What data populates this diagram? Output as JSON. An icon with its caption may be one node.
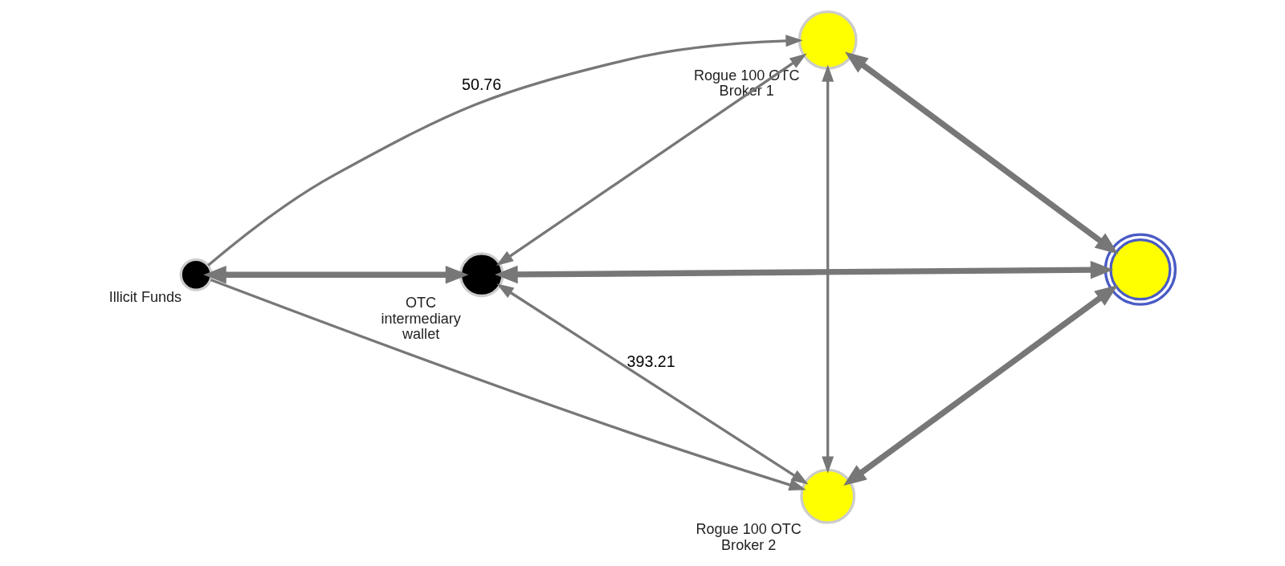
{
  "diagram": {
    "nodes": [
      {
        "text": [
          "Illicit Funds"
        ]
      },
      {
        "text": [
          "OTC intermediary wallet"
        ]
      },
      {
        "text": [
          "Rogue 100 OTC Broker 1"
        ]
      },
      {
        "text": [],
        "shape": "circle"
      },
      {
        "text": [
          "Rogue 100 OTC Broker 2"
        ]
      }
    ],
    "edges": [
      {
        "from": 0,
        "to": 2,
        "arrow": "to",
        "label": "50.76"
      },
      {
        "from": 0,
        "to": 1,
        "arrow": "both",
        "style": "thick"
      },
      {
        "from": 0,
        "to": 4,
        "arrow": "to"
      },
      {
        "from": 1,
        "to": 2,
        "arrow": "both"
      },
      {
        "from": 1,
        "to": 3,
        "arrow": "both",
        "style": "thick"
      },
      {
        "from": 1,
        "to": 4,
        "arrow": "both",
        "label": "393.21"
      },
      {
        "from": 2,
        "to": 4,
        "arrow": "both"
      },
      {
        "from": 2,
        "to": 3,
        "arrow": "both",
        "style": "thick"
      },
      {
        "from": 4,
        "to": 3,
        "arrow": "both",
        "style": "thick"
      }
    ]
  }
}
